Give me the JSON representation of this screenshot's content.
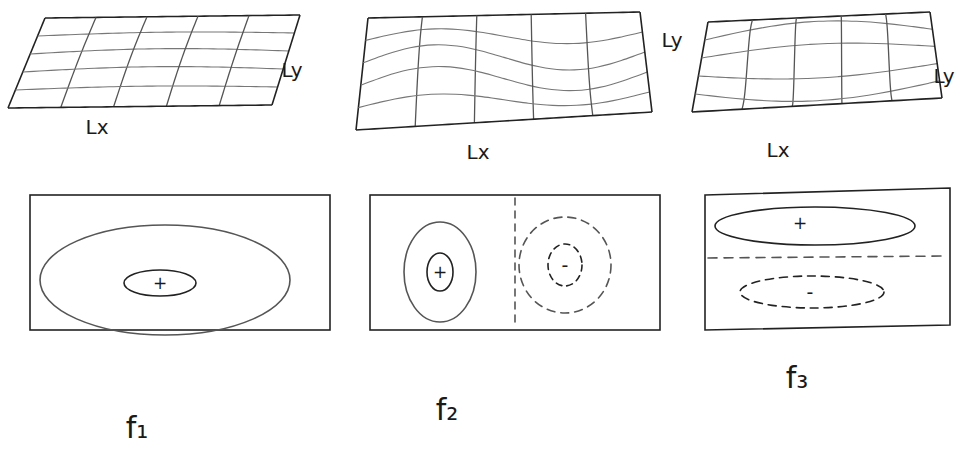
{
  "diagram": {
    "labels": [
      "Ly",
      "Lx",
      "Ly",
      "Lx",
      "Ly",
      "Lx",
      "+",
      "+",
      "-",
      "+",
      "-",
      "f₁",
      "f₂",
      "f₃"
    ]
  }
}
